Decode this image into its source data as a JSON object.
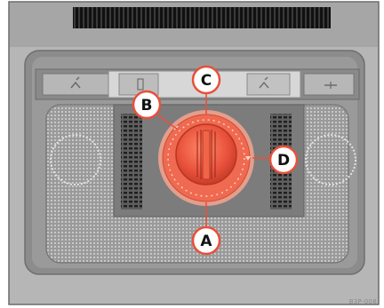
{
  "figure": {
    "callouts": [
      {
        "letter": "A",
        "target": "dial-bottom"
      },
      {
        "letter": "B",
        "target": "dial-left-mark"
      },
      {
        "letter": "C",
        "target": "dial-top"
      },
      {
        "letter": "D",
        "target": "dial-right"
      }
    ],
    "code": "B3P-008",
    "colors": {
      "panel": "#9e9e9e",
      "panel_dark": "#7c7c7c",
      "console": "#8c8c8c",
      "dial": "#e8503a",
      "dial_halo": "#f7a58f",
      "callout_fill": "#ffffff",
      "callout_stroke": "#e8503a"
    },
    "switch_icons": [
      "map-light-switch-left-icon",
      "map-light-switch-right-icon",
      "door-contact-switch-icon",
      "interior-light-off-icon"
    ]
  }
}
